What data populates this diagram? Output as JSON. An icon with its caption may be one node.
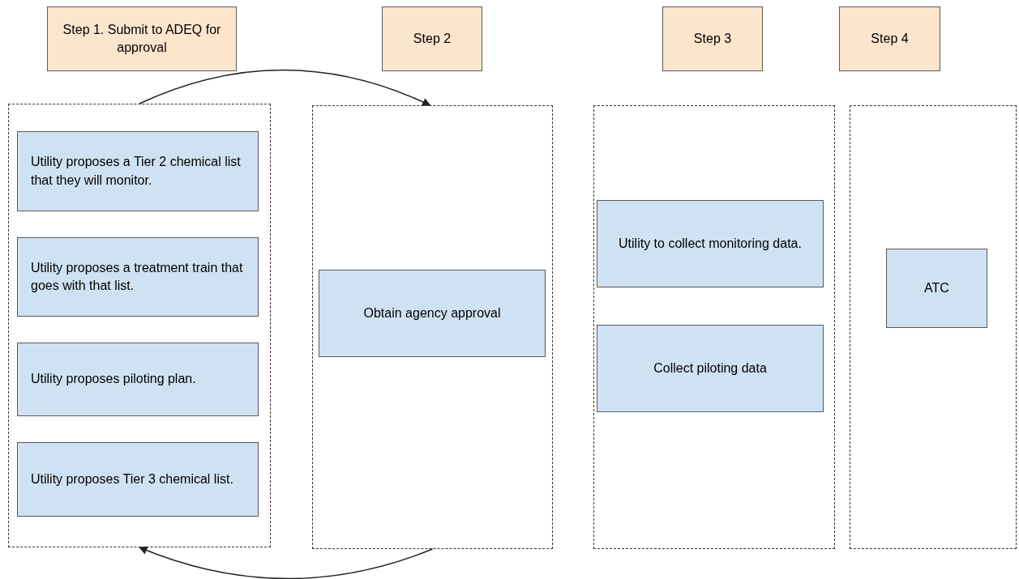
{
  "diagram": {
    "nodes": [
      {
        "text": [
          "Step 1. Submit to ADEQ for approval"
        ]
      },
      {
        "text": [
          "Step 2"
        ]
      },
      {
        "text": [
          "Step 3"
        ]
      },
      {
        "text": [
          "Step 4"
        ]
      },
      {
        "text": [],
        "shape": "box"
      },
      {
        "text": [],
        "shape": "box"
      },
      {
        "text": [],
        "shape": "box"
      },
      {
        "text": [],
        "shape": "box"
      },
      {
        "text": [
          "Utility proposes a Tier 2 chemical list that they will monitor."
        ],
        "in": 4
      },
      {
        "text": [
          "Utility proposes a treatment train that goes with that list."
        ],
        "in": 4
      },
      {
        "text": [
          "Utility proposes piloting plan."
        ],
        "in": 4
      },
      {
        "text": [
          "Utility proposes Tier 3 chemical list."
        ],
        "in": 4
      },
      {
        "text": [
          "Obtain agency approval"
        ],
        "in": 5
      },
      {
        "text": [
          "Utility to collect monitoring data."
        ],
        "in": 6
      },
      {
        "text": [
          "Collect piloting data"
        ],
        "in": 6
      },
      {
        "text": [
          "ATC"
        ],
        "in": 7
      }
    ],
    "edges": [
      {
        "from": 4,
        "to": 5,
        "arrow": "to"
      },
      {
        "from": 5,
        "to": 4,
        "arrow": "to"
      }
    ]
  }
}
